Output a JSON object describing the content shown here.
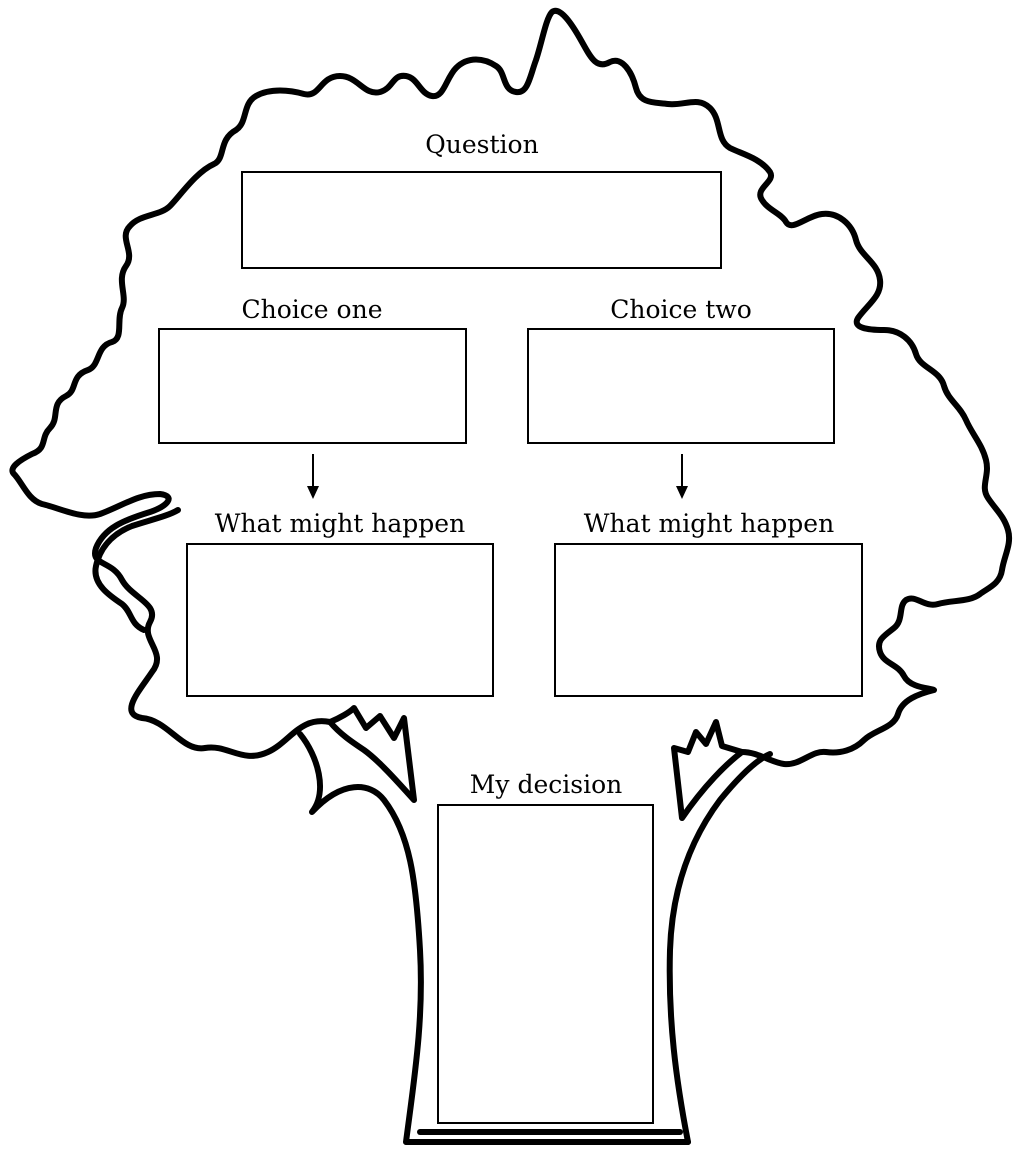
{
  "worksheet": {
    "question_label": "Question",
    "choice_one_label": "Choice one",
    "choice_two_label": "Choice two",
    "what_might_happen_one_label": "What might happen",
    "what_might_happen_two_label": "What might happen",
    "decision_label": "My decision"
  },
  "icons": [
    "tree-outline-icon",
    "arrow-down-icon"
  ],
  "colors": {
    "outline": "#000000",
    "background": "#ffffff"
  }
}
